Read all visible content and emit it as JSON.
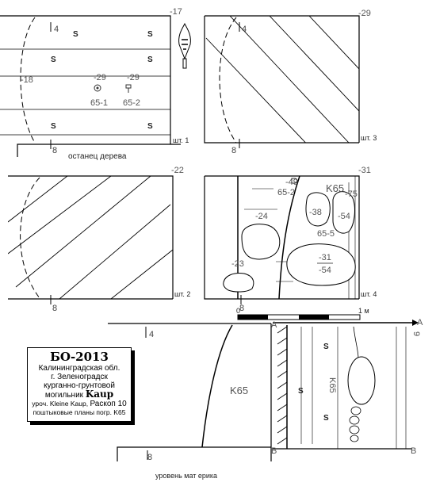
{
  "title_block": {
    "code": "БО-2013",
    "region": "Калининградская обл.",
    "town": "г. Зеленоградск",
    "type": "курганно-грунтовой",
    "cemetery_prefix": "могильник",
    "cemetery_name": "Kaup",
    "tract": "уроч. Kleine Kaup,",
    "excavation": "Раскоп 10",
    "subtitle": "поштыковые планы погр. K65"
  },
  "panel1": {
    "depth": "-17",
    "left_depth": "-18",
    "top_row": "4",
    "bottom_row": "8",
    "point_a_depth": "-29",
    "point_a_label": "65-1",
    "point_b_depth": "-29",
    "point_b_label": "65-2",
    "layer": "шт. 1",
    "note": "останец дерева",
    "sand": "S"
  },
  "panel2": {
    "depth": "-29",
    "top_row": "4",
    "bottom_row": "8",
    "layer": "шт. 3"
  },
  "panel3": {
    "depth": "-22",
    "bottom_row": "8",
    "layer": "шт. 2"
  },
  "panel4": {
    "depth": "-31",
    "bottom_row": "8",
    "layer": "шт. 4",
    "grave": "K65",
    "d49": "-49",
    "l65_2": "65-2",
    "d75": "-75",
    "d38": "-38",
    "d54a": "-54",
    "l65_5": "65-5",
    "d24": "-24",
    "d23": "-23",
    "d31": "-31",
    "d54b": "-54",
    "scale_zero": "0",
    "scale_one": "1 м"
  },
  "section": {
    "top_row": "4",
    "bottom_row": "8",
    "grave": "K65",
    "caption": "уровень мат ерика",
    "a_left": "A",
    "a_right": "A",
    "b_left": "B",
    "b_right": "B",
    "right_num": "9",
    "grave_rot": "K65",
    "sand": "S"
  }
}
